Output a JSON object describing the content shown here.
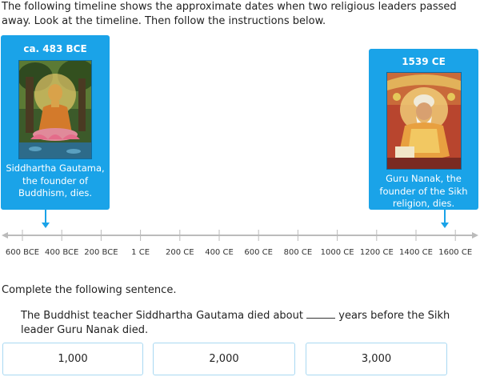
{
  "intro_text": "The following timeline shows the approximate dates when two religious leaders passed away. Look at the timeline. Then follow the instructions below.",
  "cards": [
    {
      "date": "ca. 483 BCE",
      "caption": "Siddhartha Gautama, the founder of Buddhism, dies."
    },
    {
      "date": "1539 CE",
      "caption": "Guru Nanak, the founder of the Sikh religion, dies."
    }
  ],
  "timeline": {
    "tick_labels": [
      "600 BCE",
      "400 BCE",
      "200 BCE",
      "1 CE",
      "200 CE",
      "400 CE",
      "600 CE",
      "800 CE",
      "1000 CE",
      "1200 CE",
      "1400 CE",
      "1600 CE"
    ]
  },
  "prompt": "Complete the following sentence.",
  "question": {
    "before": "The Buddhist teacher Siddhartha Gautama died about",
    "after": "years before the Sikh leader Guru Nanak died."
  },
  "choices": [
    "1,000",
    "2,000",
    "3,000"
  ],
  "colors": {
    "accent": "#1aa3e8",
    "choice_border": "#a9d9f2",
    "axis": "#bbbbbb"
  }
}
